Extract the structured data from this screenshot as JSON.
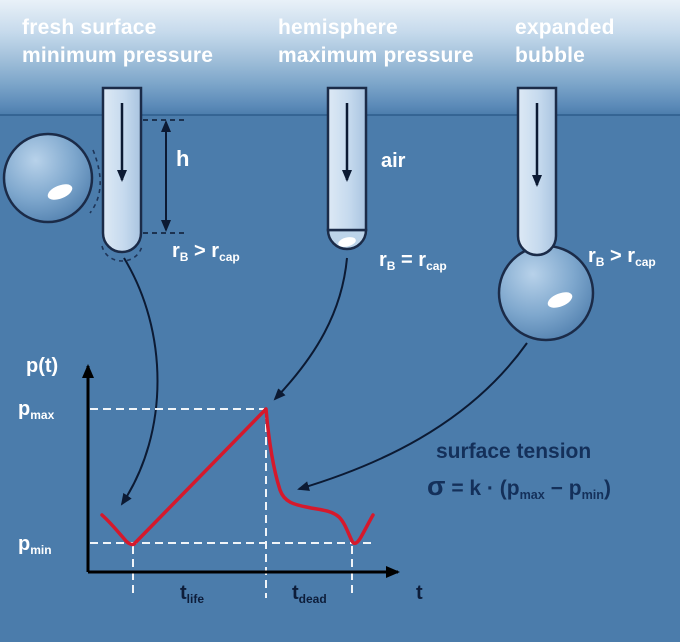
{
  "titles": {
    "left": "fresh surface\nminimum pressure",
    "middle": "hemisphere\nmaximum pressure",
    "right": "expanded\nbubble"
  },
  "labels": {
    "h": "h",
    "air": "air",
    "r1": {
      "base1": "r",
      "sub1": "B",
      "op": " > ",
      "base2": "r",
      "sub2": "cap"
    },
    "r2": {
      "base1": "r",
      "sub1": "B",
      "op": " = ",
      "base2": "r",
      "sub2": "cap"
    },
    "r3": {
      "base1": "r",
      "sub1": "B",
      "op": " > ",
      "base2": "r",
      "sub2": "cap"
    }
  },
  "graph": {
    "y_label": "p(t)",
    "p_max": {
      "base": "p",
      "sub": "max"
    },
    "p_min": {
      "base": "p",
      "sub": "min"
    },
    "t_life": {
      "base": "t",
      "sub": "life"
    },
    "t_dead": {
      "base": "t",
      "sub": "dead"
    },
    "t_label": "t"
  },
  "formula": {
    "heading": "surface tension",
    "sigma": "σ",
    "eq": " = k · (",
    "p1": "p",
    "p1sub": "max",
    "minus": " − ",
    "p2": "p",
    "p2sub": "min",
    "close": ")"
  },
  "colors": {
    "water": "#4b7cab",
    "curve_red": "#d5192c",
    "tube_fill": "#c7dbee",
    "outline_navy": "#1b2b48",
    "text_white": "#ffffff",
    "text_navy": "#14305a",
    "dashed_line": "#ffffff"
  }
}
